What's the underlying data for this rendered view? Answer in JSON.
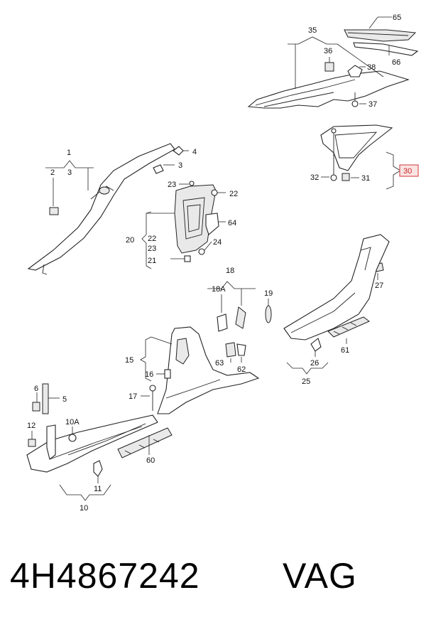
{
  "diagram": {
    "callouts": {
      "c65": "65",
      "c35": "35",
      "c36": "36",
      "c38": "38",
      "c66": "66",
      "c37": "37",
      "c30": "30",
      "c32": "32",
      "c31": "31",
      "c1": "1",
      "c2": "2",
      "c3a": "3",
      "c4": "4",
      "c3b": "3",
      "c23a": "23",
      "c22a": "22",
      "c64": "64",
      "c20": "20",
      "c22b": "22",
      "c23b": "23",
      "c21": "21",
      "c24": "24",
      "c18": "18",
      "c18a": "18A",
      "c19": "19",
      "c27": "27",
      "c15": "15",
      "c16": "16",
      "c63": "63",
      "c62": "62",
      "c17": "17",
      "c26": "26",
      "c25": "25",
      "c61": "61",
      "c6": "6",
      "c5": "5",
      "c12": "12",
      "c10a": "10A",
      "c60": "60",
      "c11": "11",
      "c10": "10"
    },
    "highlight_color": "#d23a3a"
  },
  "footer": {
    "part_number": "4H4867242",
    "brand": "VAG"
  }
}
